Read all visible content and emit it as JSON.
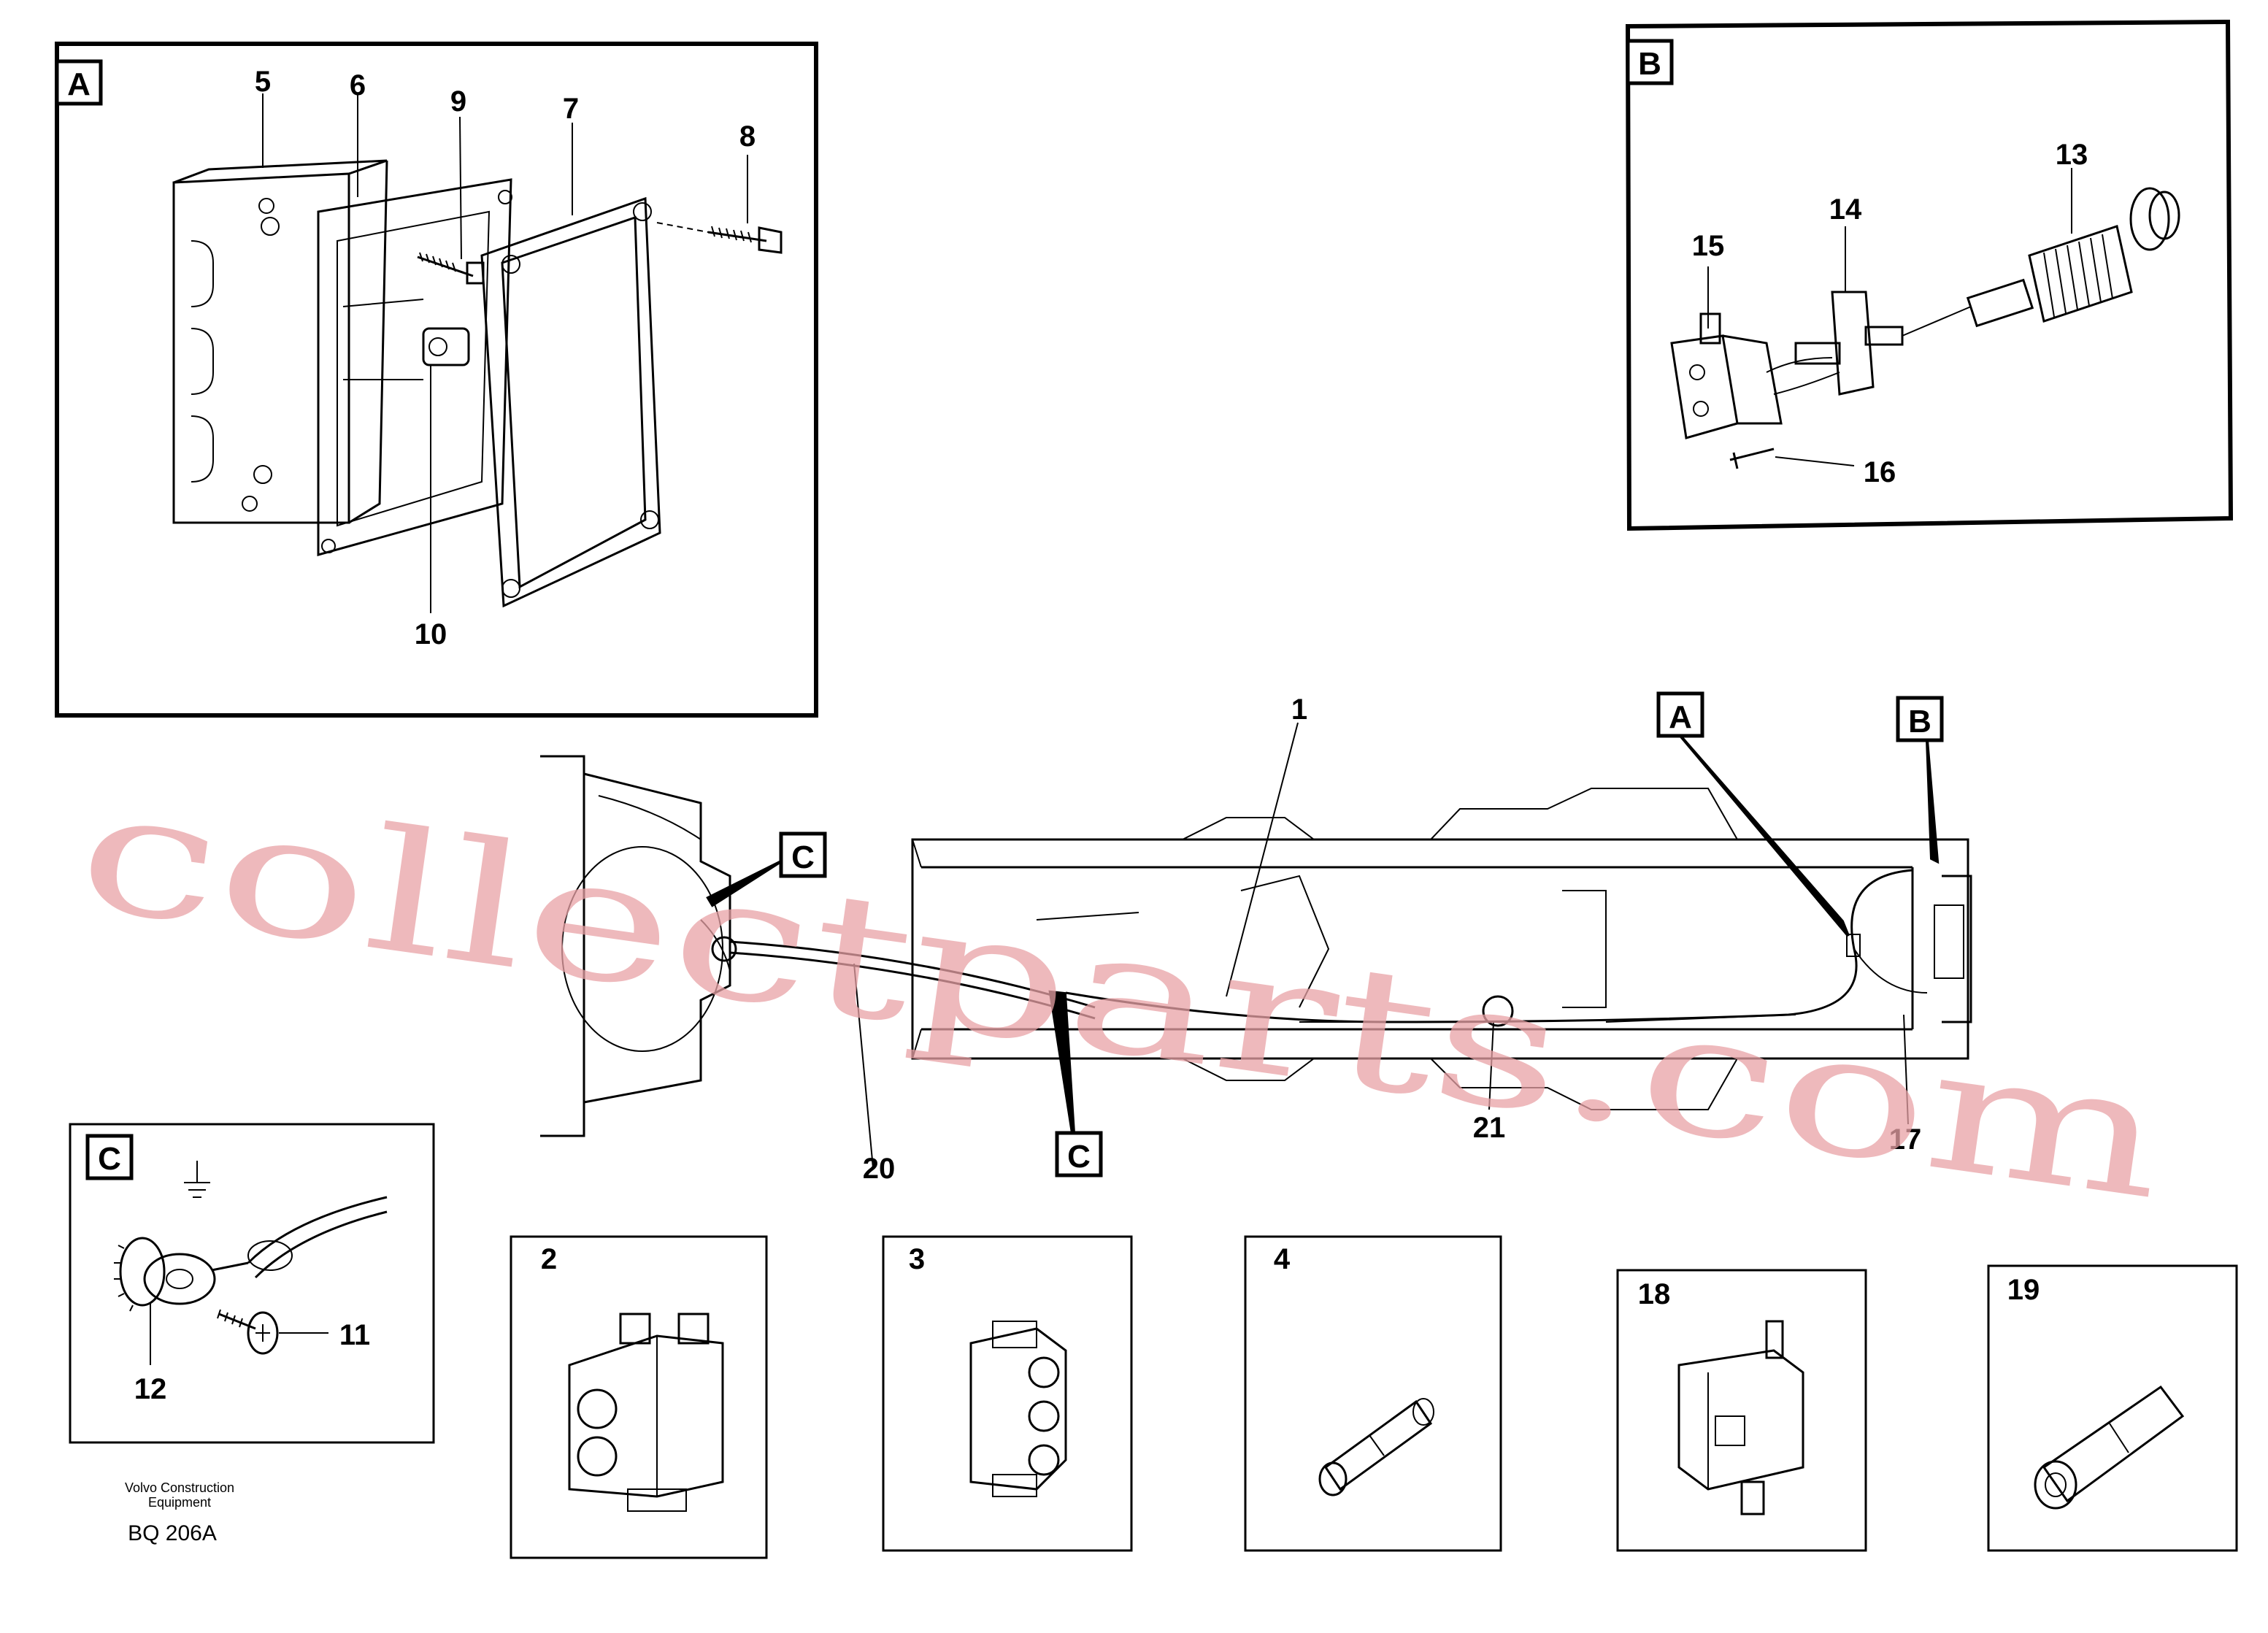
{
  "diagram": {
    "panels": {
      "A": "A",
      "B": "B",
      "C": "C"
    },
    "callouts": {
      "A": "A",
      "B": "B",
      "C_top": "C",
      "C_bottom": "C"
    },
    "part_numbers": {
      "p1": "1",
      "p2": "2",
      "p3": "3",
      "p4": "4",
      "p5": "5",
      "p6": "6",
      "p7": "7",
      "p8": "8",
      "p9": "9",
      "p10": "10",
      "p11": "11",
      "p12": "12",
      "p13": "13",
      "p14": "14",
      "p15": "15",
      "p16": "16",
      "p17": "17",
      "p18": "18",
      "p19": "19",
      "p20": "20",
      "p21": "21"
    }
  },
  "footer": {
    "company_line1": "Volvo Construction",
    "company_line2": "Equipment",
    "drawing_code": "BQ 206A"
  },
  "watermark": "collectparts.com"
}
